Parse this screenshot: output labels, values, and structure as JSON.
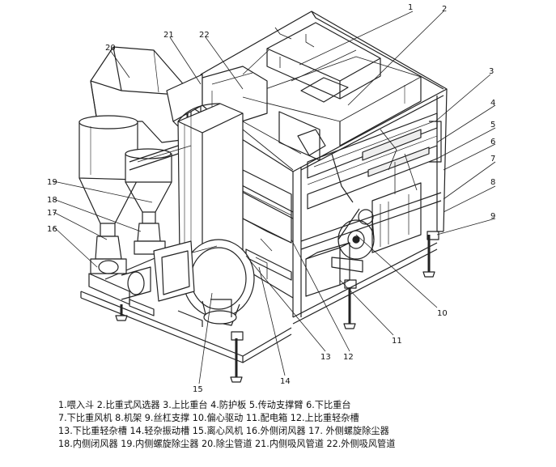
{
  "callouts": [
    "1",
    "2",
    "3",
    "4",
    "5",
    "6",
    "7",
    "8",
    "9",
    "10",
    "11",
    "12",
    "13",
    "14",
    "15",
    "16",
    "17",
    "18",
    "19",
    "20",
    "21",
    "22"
  ],
  "legend": {
    "line1": "1.喂入斗 2.比重式风选器 3.上比重台 4.防护板 5.传动支撑臂 6.下比重台",
    "line2": "7.下比重风机 8.机架 9.丝杠支撑 10.偏心驱动 11.配电箱 12.上比重轻杂槽",
    "line3": "13.下比重轻杂槽 14.轻杂振动槽 15.离心风机 16.外侧闭风器 17. 外侧螺旋除尘器",
    "line4": "18.内侧闭风器 19.内侧螺旋除尘器 20.除尘管道 21.内侧吸风管道 22.外侧吸风管道"
  }
}
